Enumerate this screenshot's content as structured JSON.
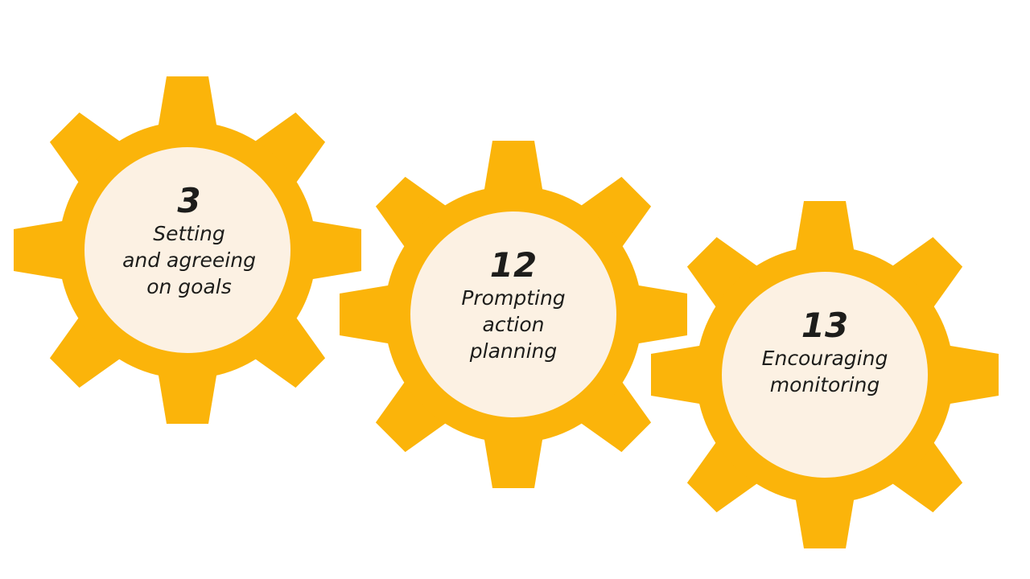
{
  "colors": {
    "gear": "#FBB40A",
    "hub": "#FCF1E3",
    "text": "#1d1d1b"
  },
  "gears": [
    {
      "number": "3",
      "lines": [
        "Setting",
        "and agreeing",
        "on goals"
      ]
    },
    {
      "number": "12",
      "lines": [
        "Prompting",
        "action",
        "planning"
      ]
    },
    {
      "number": "13",
      "lines": [
        "Encouraging",
        "monitoring"
      ]
    }
  ]
}
